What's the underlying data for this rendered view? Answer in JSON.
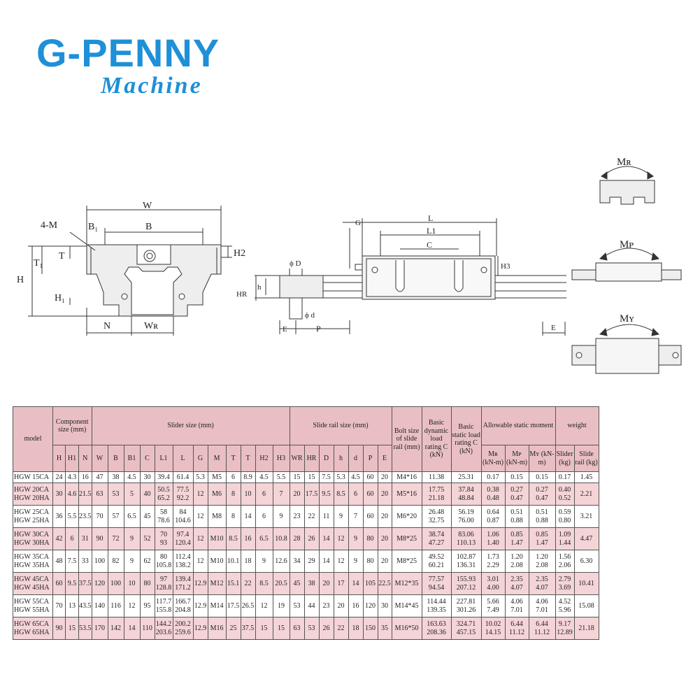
{
  "brand": {
    "title": "G-PENNY",
    "subtitle": "Machine"
  },
  "diagram_labels": {
    "W": "W",
    "M": "4-M",
    "B1": "B₁",
    "B": "B",
    "H2": "H2",
    "T1": "T₁",
    "T": "T",
    "H": "H",
    "H1": "H₁",
    "N": "N",
    "WR": "Wʀ",
    "D": "ϕ D",
    "d": "ϕ d",
    "h": "h",
    "HR": "HR",
    "E": "E",
    "P": "P",
    "G": "G",
    "L": "L",
    "L1": "L1",
    "C": "C",
    "H3": "H3",
    "E2": "E",
    "MR": "Mʀ",
    "MP": "Mᴘ",
    "MY": "Mʏ"
  },
  "table": {
    "h_model": "model",
    "h_component": "Component size (mm)",
    "h_slider": "Slider size (mm)",
    "h_rail": "Slide rail size (mm)",
    "h_bolt": "Bolt size of slide rail (mm)",
    "h_dynamic": "Basic dynamic load rating C (kN)",
    "h_static": "Basic static load rating C (kN)",
    "h_moment": "Allowable static moment",
    "h_weight": "weight",
    "h_mr": "Mʀ (kN-m)",
    "h_mp": "Mᴘ (kN-m)",
    "h_my": "Mʏ (kN-m)",
    "h_slider_kg": "Slider (kg)",
    "h_rail_kg": "Slide rail (kg)",
    "sub": [
      "H",
      "H1",
      "N",
      "W",
      "B",
      "B1",
      "C",
      "L1",
      "L",
      "G",
      "M",
      "T",
      "T",
      "H2",
      "H3",
      "WR",
      "HR",
      "D",
      "h",
      "d",
      "P",
      "E"
    ],
    "rows": [
      {
        "m": "HGW 15CA",
        "c": [
          "24",
          "4.3",
          "16",
          "47",
          "38",
          "4.5",
          "30",
          "39.4",
          "61.4",
          "5.3",
          "M5",
          "6",
          "8.9",
          "4.5",
          "5.5",
          "15",
          "15",
          "7.5",
          "5.3",
          "4.5",
          "60",
          "20",
          "M4*16",
          "11.38",
          "25.31",
          "0.17",
          "0.15",
          "0.15",
          "0.17",
          "1.45"
        ]
      },
      {
        "m": "HGW 20CA\nHGW 20HA",
        "c": [
          "30",
          "4.6",
          "21.5",
          "63",
          "53",
          "5",
          "40",
          "50.5\n65.2",
          "77.5\n92.2",
          "12",
          "M6",
          "8",
          "10",
          "6",
          "7",
          "20",
          "17.5",
          "9.5",
          "8.5",
          "6",
          "60",
          "20",
          "M5*16",
          "17.75\n21.18",
          "37.84\n48.84",
          "0.38\n0.48",
          "0.27\n0.47",
          "0.27\n0.47",
          "0.40\n0.52",
          "2.21"
        ]
      },
      {
        "m": "HGW 25CA\nHGW 25HA",
        "c": [
          "36",
          "5.5",
          "23.5",
          "70",
          "57",
          "6.5",
          "45",
          "58\n78.6",
          "84\n104.6",
          "12",
          "M8",
          "8",
          "14",
          "6",
          "9",
          "23",
          "22",
          "11",
          "9",
          "7",
          "60",
          "20",
          "M6*20",
          "26.48\n32.75",
          "56.19\n76.00",
          "0.64\n0.87",
          "0.51\n0.88",
          "0.51\n0.88",
          "0.59\n0.80",
          "3.21"
        ]
      },
      {
        "m": "HGW 30CA\nHGW 30HA",
        "c": [
          "42",
          "6",
          "31",
          "90",
          "72",
          "9",
          "52",
          "70\n93",
          "97.4\n120.4",
          "12",
          "M10",
          "8.5",
          "16",
          "6.5",
          "10.8",
          "28",
          "26",
          "14",
          "12",
          "9",
          "80",
          "20",
          "M8*25",
          "38.74\n47.27",
          "83.06\n110.13",
          "1.06\n1.40",
          "0.85\n1.47",
          "0.85\n1.47",
          "1.09\n1.44",
          "4.47"
        ]
      },
      {
        "m": "HGW 35CA\nHGW 35HA",
        "c": [
          "48",
          "7.5",
          "33",
          "100",
          "82",
          "9",
          "62",
          "80\n105.8",
          "112.4\n138.2",
          "12",
          "M10",
          "10.1",
          "18",
          "9",
          "12.6",
          "34",
          "29",
          "14",
          "12",
          "9",
          "80",
          "20",
          "M8*25",
          "49.52\n60.21",
          "102.87\n136.31",
          "1.73\n2.29",
          "1.20\n2.08",
          "1.20\n2.08",
          "1.56\n2.06",
          "6.30"
        ]
      },
      {
        "m": "HGW 45CA\nHGW 45HA",
        "c": [
          "60",
          "9.5",
          "37.5",
          "120",
          "100",
          "10",
          "80",
          "97\n128.8",
          "139.4\n171.2",
          "12.9",
          "M12",
          "15.1",
          "22",
          "8.5",
          "20.5",
          "45",
          "38",
          "20",
          "17",
          "14",
          "105",
          "22.5",
          "M12*35",
          "77.57\n94.54",
          "155.93\n207.12",
          "3.01\n4.00",
          "2.35\n4.07",
          "2.35\n4.07",
          "2.79\n3.69",
          "10.41"
        ]
      },
      {
        "m": "HGW 55CA\nHGW 55HA",
        "c": [
          "70",
          "13",
          "43.5",
          "140",
          "116",
          "12",
          "95",
          "117.7\n155.8",
          "166.7\n204.8",
          "12.9",
          "M14",
          "17.5",
          "26.5",
          "12",
          "19",
          "53",
          "44",
          "23",
          "20",
          "16",
          "120",
          "30",
          "M14*45",
          "114.44\n139.35",
          "227.81\n301.26",
          "5.66\n7.49",
          "4.06\n7.01",
          "4.06\n7.01",
          "4.52\n5.96",
          "15.08"
        ]
      },
      {
        "m": "HGW 65CA\nHGW 65HA",
        "c": [
          "90",
          "15",
          "53.5",
          "170",
          "142",
          "14",
          "110",
          "144.2\n203.6",
          "200.2\n259.6",
          "12.9",
          "M16",
          "25",
          "37.5",
          "15",
          "15",
          "63",
          "53",
          "26",
          "22",
          "18",
          "150",
          "35",
          "M16*50",
          "163.63\n208.36",
          "324.71\n457.15",
          "10.02\n14.15",
          "6.44\n11.12",
          "6.44\n11.12",
          "9.17\n12.89",
          "21.18"
        ]
      }
    ]
  }
}
